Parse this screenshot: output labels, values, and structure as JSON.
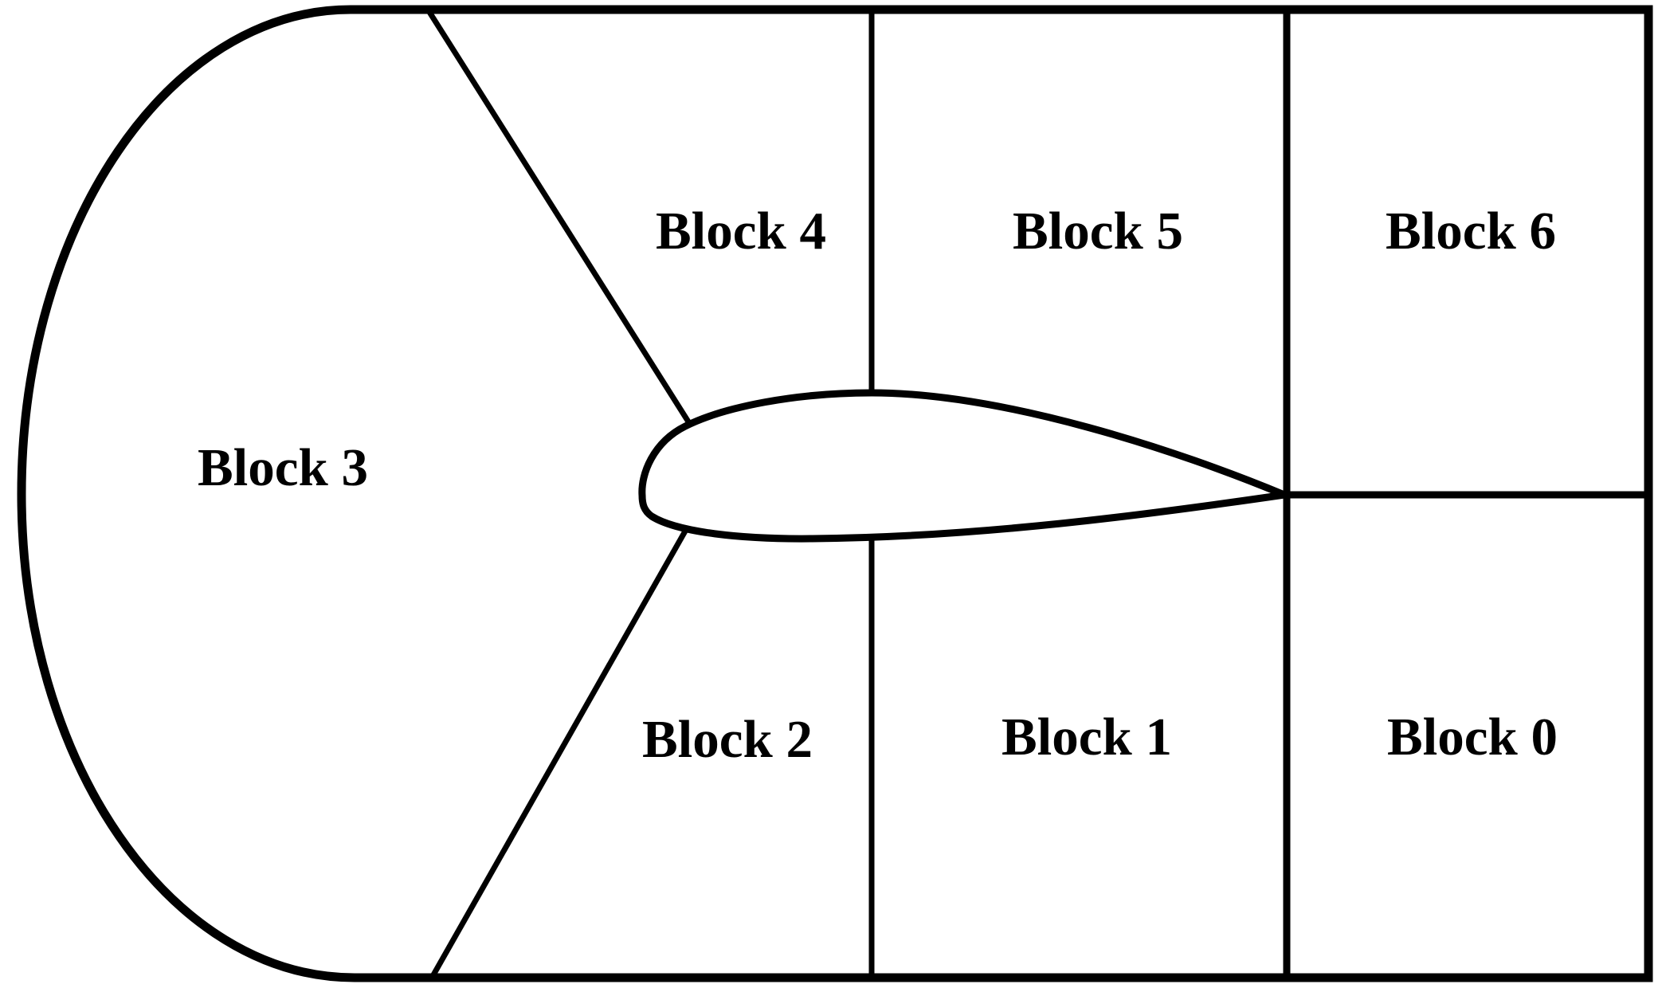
{
  "diagram": {
    "type": "cfd-multiblock-mesh-topology",
    "background_color": "#ffffff",
    "line_color": "#000000",
    "shapes": {
      "outer_boundary": "rounded C-shaped inflow boundary on left, rectangular elsewhere",
      "airfoil": "airfoil profile at center with leading edge left and sharp trailing edge right"
    },
    "blocks": [
      {
        "id": "block-3",
        "label": "Block 3"
      },
      {
        "id": "block-4",
        "label": "Block 4"
      },
      {
        "id": "block-5",
        "label": "Block 5"
      },
      {
        "id": "block-6",
        "label": "Block 6"
      },
      {
        "id": "block-2",
        "label": "Block 2"
      },
      {
        "id": "block-1",
        "label": "Block 1"
      },
      {
        "id": "block-0",
        "label": "Block 0"
      }
    ]
  }
}
